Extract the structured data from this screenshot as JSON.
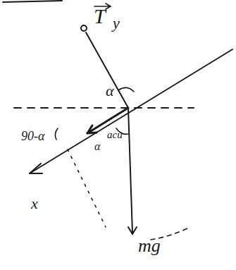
{
  "diagram": {
    "labels": [
      "T",
      "y",
      "α",
      "90-α",
      "α",
      "acu",
      "mg",
      "x"
    ]
  }
}
